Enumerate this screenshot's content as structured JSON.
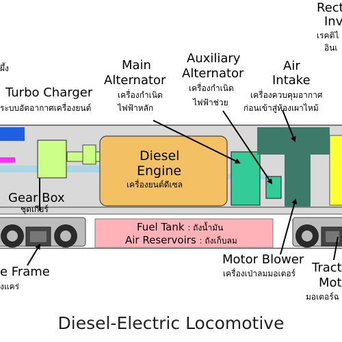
{
  "title": "Diesel-Electric Locomotive",
  "labels": {
    "rectifier_en1": "Rect",
    "rectifier_en2": "Inv",
    "rectifier_th1": "เรคติไ",
    "rectifier_th2": "อินเ",
    "left_cut_th": "ผึ้ง",
    "turbo_en": "Turbo Charger",
    "turbo_th": "ระบบอัดอากาศเครื่องยนต์",
    "main_alt_en1": "Main",
    "main_alt_en2": "Alternator",
    "main_alt_th1": "เครื่องกำเนิด",
    "main_alt_th2": "ไฟฟ้าหลัก",
    "aux_alt_en1": "Auxiliary",
    "aux_alt_en2": "Alternator",
    "aux_alt_th1": "เครื่องกำเนิด",
    "aux_alt_th2": "ไฟฟ้าช่วย",
    "air_intake_en1": "Air",
    "air_intake_en2": "Intake",
    "air_intake_th1": "เครื่องควบคุมอากาศ",
    "air_intake_th2": "ก่อนเข้าสู่ห้องเผาไหม้",
    "engine_en1": "Diesel",
    "engine_en2": "Engine",
    "engine_th": "เครื่องยนต์ดีเซล",
    "gearbox_en": "Gear Box",
    "gearbox_th": "ชุดเกียร์",
    "fuel_en": "Fuel Tank",
    "fuel_th": ": ถังน้ำมัน",
    "air_res_en": "Air Reservoirs",
    "air_res_th": ": ถังเก็บลม",
    "frame_en": "e Frame",
    "frame_th": "งแคร่",
    "blower_en": "Motor Blower",
    "blower_th": "เครื่องเป่าลมมอเตอร์",
    "traction_en1": "Tract",
    "traction_en2": "Mot",
    "traction_th": "มอเตอร์ฉ"
  },
  "colors": {
    "body_fill": "#d9d9d9",
    "engine": "#f4c064",
    "turbo": "#ccff88",
    "alternator": "#33cc99",
    "air_intake": "#3d7a6a",
    "fuel_tank": "#ffb3b8",
    "blue_block": "#1f5fe0",
    "magenta": "#ff33ff",
    "rectifier": "#ffff33",
    "shaft": "#a8d8e8",
    "wheel_dark": "#2a2a2a"
  }
}
